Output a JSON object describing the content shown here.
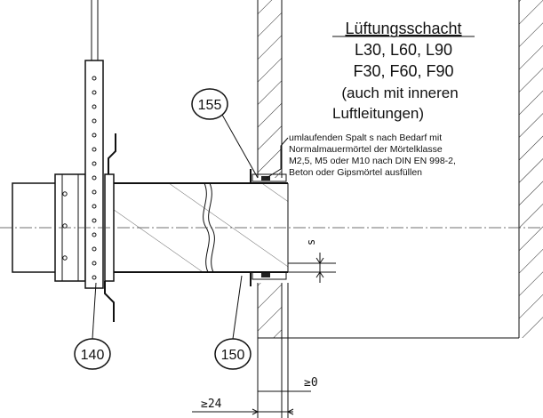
{
  "shaft": {
    "title": "Lüftungsschacht",
    "line1": "L30, L60, L90",
    "line2": "F30, F60, F90",
    "line3": "(auch mit inneren",
    "line4": "Luftleitungen)"
  },
  "note": {
    "line1": "umlaufenden Spalt s nach Bedarf mit",
    "line2": "Normalmauermörtel der Mörtelklasse",
    "line3": "M2,5, M5 oder M10 nach DIN EN 998-2,",
    "line4": "Beton oder Gipsmörtel ausfüllen"
  },
  "callouts": {
    "c155": "155",
    "c140": "140",
    "c150": "150"
  },
  "dims": {
    "gap": "s",
    "wall_offset": "≥0",
    "collar": "≥24"
  }
}
